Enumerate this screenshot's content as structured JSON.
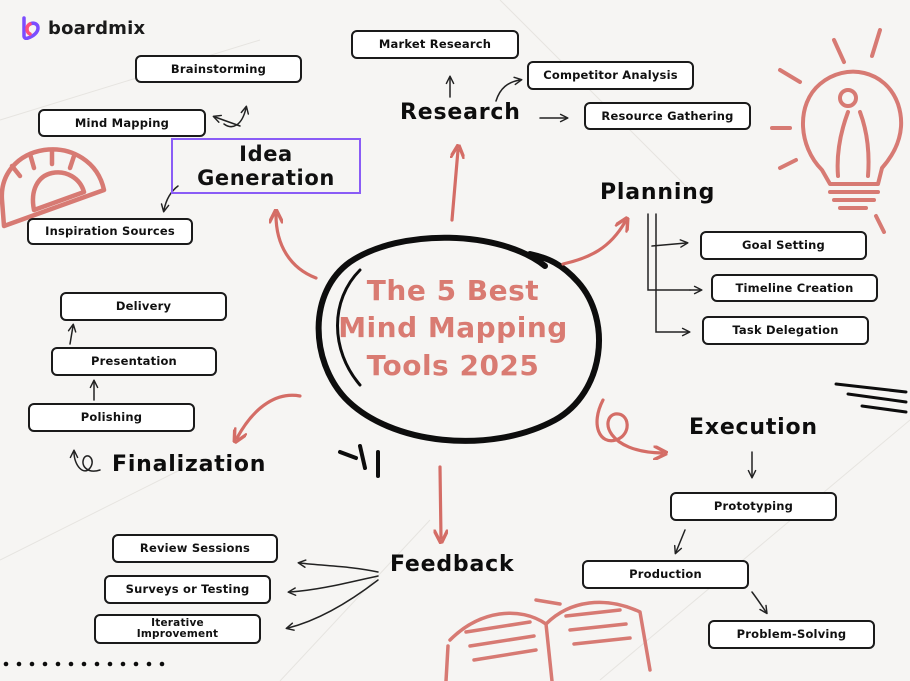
{
  "brand": {
    "name": "boardmix",
    "logo_colors": [
      "#7c4dff",
      "#ff4f7b"
    ]
  },
  "center": {
    "lines": [
      "The 5 Best",
      "Mind Mapping",
      "Tools 2025"
    ]
  },
  "branches": {
    "idea_generation": {
      "label_lines": [
        "Idea",
        "Generation"
      ],
      "items": [
        "Brainstorming",
        "Mind Mapping",
        "Inspiration Sources"
      ]
    },
    "research": {
      "label": "Research",
      "items": [
        "Market Research",
        "Competitor Analysis",
        "Resource Gathering"
      ]
    },
    "planning": {
      "label": "Planning",
      "items": [
        "Goal Setting",
        "Timeline Creation",
        "Task Delegation"
      ]
    },
    "execution": {
      "label": "Execution",
      "items": [
        "Prototyping",
        "Production",
        "Problem-Solving"
      ]
    },
    "feedback": {
      "label": "Feedback",
      "items": [
        "Review Sessions",
        "Surveys or Testing",
        "Iterative\nImprovement"
      ]
    },
    "finalization": {
      "label": "Finalization",
      "items": [
        "Polishing",
        "Presentation",
        "Delivery"
      ]
    }
  },
  "colors": {
    "accent": "#d46d66",
    "title_text": "#d97b72",
    "idea_border": "#8a5cf6",
    "ink": "#111111"
  },
  "icons": [
    "protractor-icon",
    "lightbulb-icon",
    "open-book-icon"
  ]
}
